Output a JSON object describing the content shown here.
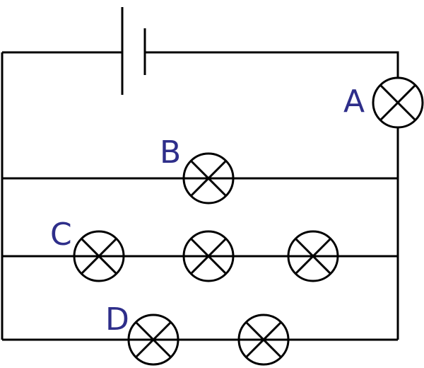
{
  "diagram": {
    "type": "circuit",
    "label_color": "#2e2e8a",
    "components": {
      "battery": {
        "name": "battery"
      },
      "lamps": [
        {
          "label": "A",
          "branch": "series-main"
        },
        {
          "label": "B",
          "branch": "parallel-1"
        },
        {
          "label": "C",
          "branch": "parallel-2"
        },
        {
          "label": "",
          "branch": "parallel-2"
        },
        {
          "label": "",
          "branch": "parallel-2"
        },
        {
          "label": "D",
          "branch": "parallel-3"
        },
        {
          "label": "",
          "branch": "parallel-3"
        }
      ]
    },
    "labels": {
      "a": "A",
      "b": "B",
      "c": "C",
      "d": "D"
    }
  }
}
